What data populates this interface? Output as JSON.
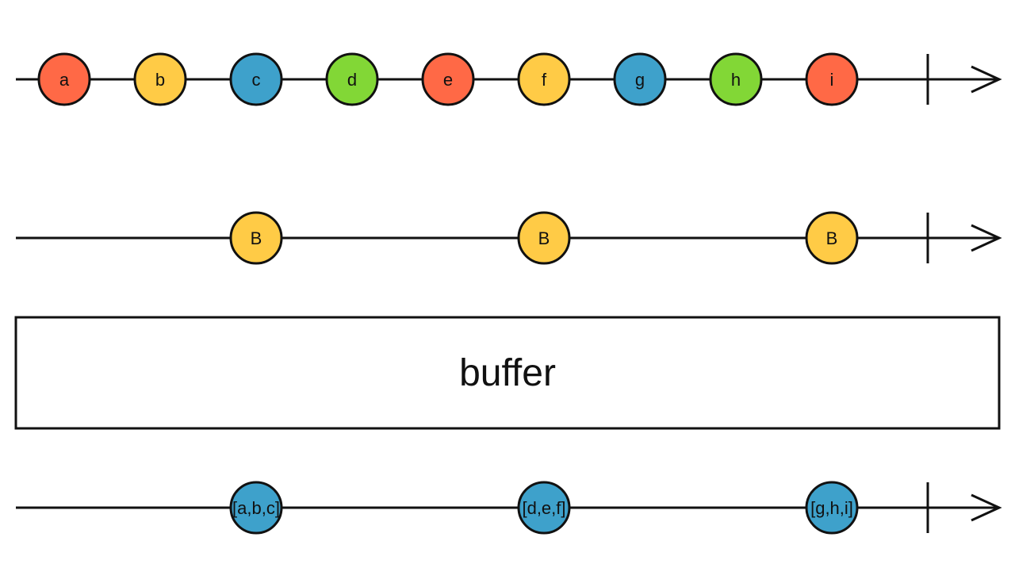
{
  "source_stream": {
    "marbles": [
      {
        "label": "a",
        "color": "#ff6946"
      },
      {
        "label": "b",
        "color": "#ffcb46"
      },
      {
        "label": "c",
        "color": "#3ea1cb"
      },
      {
        "label": "d",
        "color": "#82d736"
      },
      {
        "label": "e",
        "color": "#ff6946"
      },
      {
        "label": "f",
        "color": "#ffcb46"
      },
      {
        "label": "g",
        "color": "#3ea1cb"
      },
      {
        "label": "h",
        "color": "#82d736"
      },
      {
        "label": "i",
        "color": "#ff6946"
      }
    ]
  },
  "boundary_stream": {
    "marbles": [
      {
        "label": "B",
        "color": "#ffcb46"
      },
      {
        "label": "B",
        "color": "#ffcb46"
      },
      {
        "label": "B",
        "color": "#ffcb46"
      }
    ]
  },
  "operator": {
    "label": "buffer"
  },
  "result_stream": {
    "marbles": [
      {
        "label": "[a,b,c]",
        "color": "#3ea1cb"
      },
      {
        "label": "[d,e,f]",
        "color": "#3ea1cb"
      },
      {
        "label": "[g,h,i]",
        "color": "#3ea1cb"
      }
    ]
  },
  "colors": {
    "line": "#111111",
    "box_fill": "#ffffff",
    "red": "#ff6946",
    "yellow": "#ffcb46",
    "blue": "#3ea1cb",
    "green": "#82d736"
  }
}
